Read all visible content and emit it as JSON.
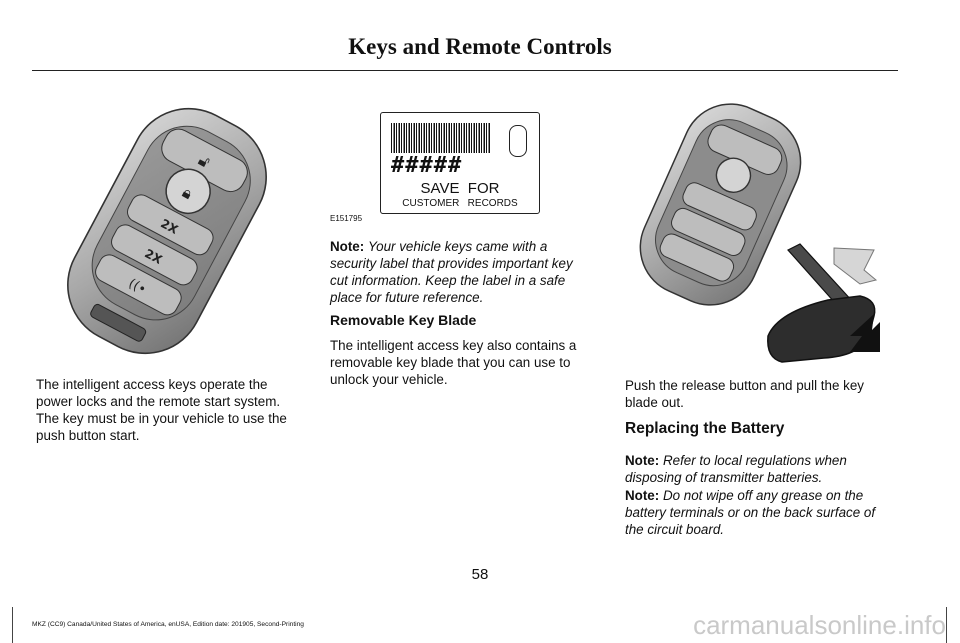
{
  "header": {
    "title": "Keys and Remote Controls"
  },
  "left_column": {
    "paragraph": "The intelligent access keys operate the power locks and the remote start system. The key must be in your vehicle to use the push button start."
  },
  "middle_column": {
    "label_figure": {
      "hash_marks": "#####",
      "save_text": "SAVE  FOR",
      "records_text": "CUSTOMER   RECORDS",
      "figure_id": "E151795"
    },
    "note_label": "Note:",
    "note_text": "Your vehicle keys came with a security label that provides important key cut information.  Keep the label in a safe place for future reference.",
    "subheading": "Removable Key Blade",
    "paragraph": "The intelligent access key also contains a removable key blade that you can use to unlock your vehicle."
  },
  "right_column": {
    "paragraph": "Push the release button and pull the key blade out.",
    "section_title": "Replacing the Battery",
    "notes": [
      {
        "label": "Note:",
        "text": "Refer to local regulations when disposing of transmitter batteries."
      },
      {
        "label": "Note:",
        "text": "Do not wipe off any grease on the battery terminals or on the back surface of the circuit board."
      }
    ]
  },
  "footer": {
    "page_number": "58",
    "edition": "MKZ (CC9) Canada/United States of America, enUSA, Edition date: 201905, Second-Printing",
    "watermark": "carmanualsonline.info"
  }
}
